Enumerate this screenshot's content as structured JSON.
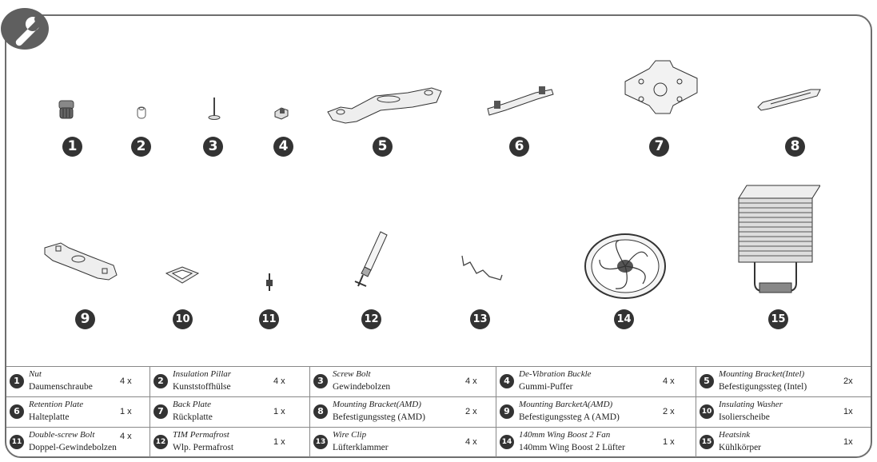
{
  "icon": "wrench-icon",
  "parts": [
    {
      "number": "1",
      "en": "Nut",
      "de": "Daumenschraube",
      "qty": "4 x",
      "icon": "nut-icon"
    },
    {
      "number": "2",
      "en": "Insulation Pillar",
      "de": "Kunststoffhülse",
      "qty": "4 x",
      "icon": "insulation-pillar-icon"
    },
    {
      "number": "3",
      "en": "Screw Bolt",
      "de": "Gewindebolzen",
      "qty": "4 x",
      "icon": "screw-bolt-icon"
    },
    {
      "number": "4",
      "en": "De-Vibration Buckle",
      "de": "Gummi-Puffer",
      "qty": "4 x",
      "icon": "de-vibration-buckle-icon"
    },
    {
      "number": "5",
      "en": "Mounting Bracket(Intel)",
      "de": "Befestigungssteg (Intel)",
      "qty": "2x",
      "icon": "mounting-bracket-intel-icon"
    },
    {
      "number": "6",
      "en": "Retention Plate",
      "de": "Halteplatte",
      "qty": "1 x",
      "icon": "retention-plate-icon"
    },
    {
      "number": "7",
      "en": "Back Plate",
      "de": "Rückplatte",
      "qty": "1 x",
      "icon": "back-plate-icon"
    },
    {
      "number": "8",
      "en": "Mounting Bracket(AMD)",
      "de": "Befestigungssteg (AMD)",
      "qty": "2 x",
      "icon": "mounting-bracket-amd-icon"
    },
    {
      "number": "9",
      "en": "Mounting BarcketA(AMD)",
      "de": "Befestigungssteg A (AMD)",
      "qty": "2 x",
      "icon": "mounting-bracket-a-amd-icon"
    },
    {
      "number": "10",
      "en": "Insulating Washer",
      "de": "Isolierscheibe",
      "qty": "1x",
      "icon": "insulating-washer-icon"
    },
    {
      "number": "11",
      "en": "Double-screw Bolt",
      "de": "Doppel-Gewindebolzen",
      "qty": "4 x",
      "icon": "double-screw-bolt-icon"
    },
    {
      "number": "12",
      "en": "TIM Permafrost",
      "de": "Wlp. Permafrost",
      "qty": "1 x",
      "icon": "thermal-paste-syringe-icon"
    },
    {
      "number": "13",
      "en": "Wire Clip",
      "de": "Lüfterklammer",
      "qty": "4 x",
      "icon": "wire-clip-icon"
    },
    {
      "number": "14",
      "en": "140mm Wing Boost 2 Fan",
      "de": "140mm Wing Boost 2 Lüfter",
      "qty": "1 x",
      "icon": "fan-icon"
    },
    {
      "number": "15",
      "en": "Heatsink",
      "de": "Kühlkörper",
      "qty": "1x",
      "icon": "heatsink-icon"
    }
  ]
}
